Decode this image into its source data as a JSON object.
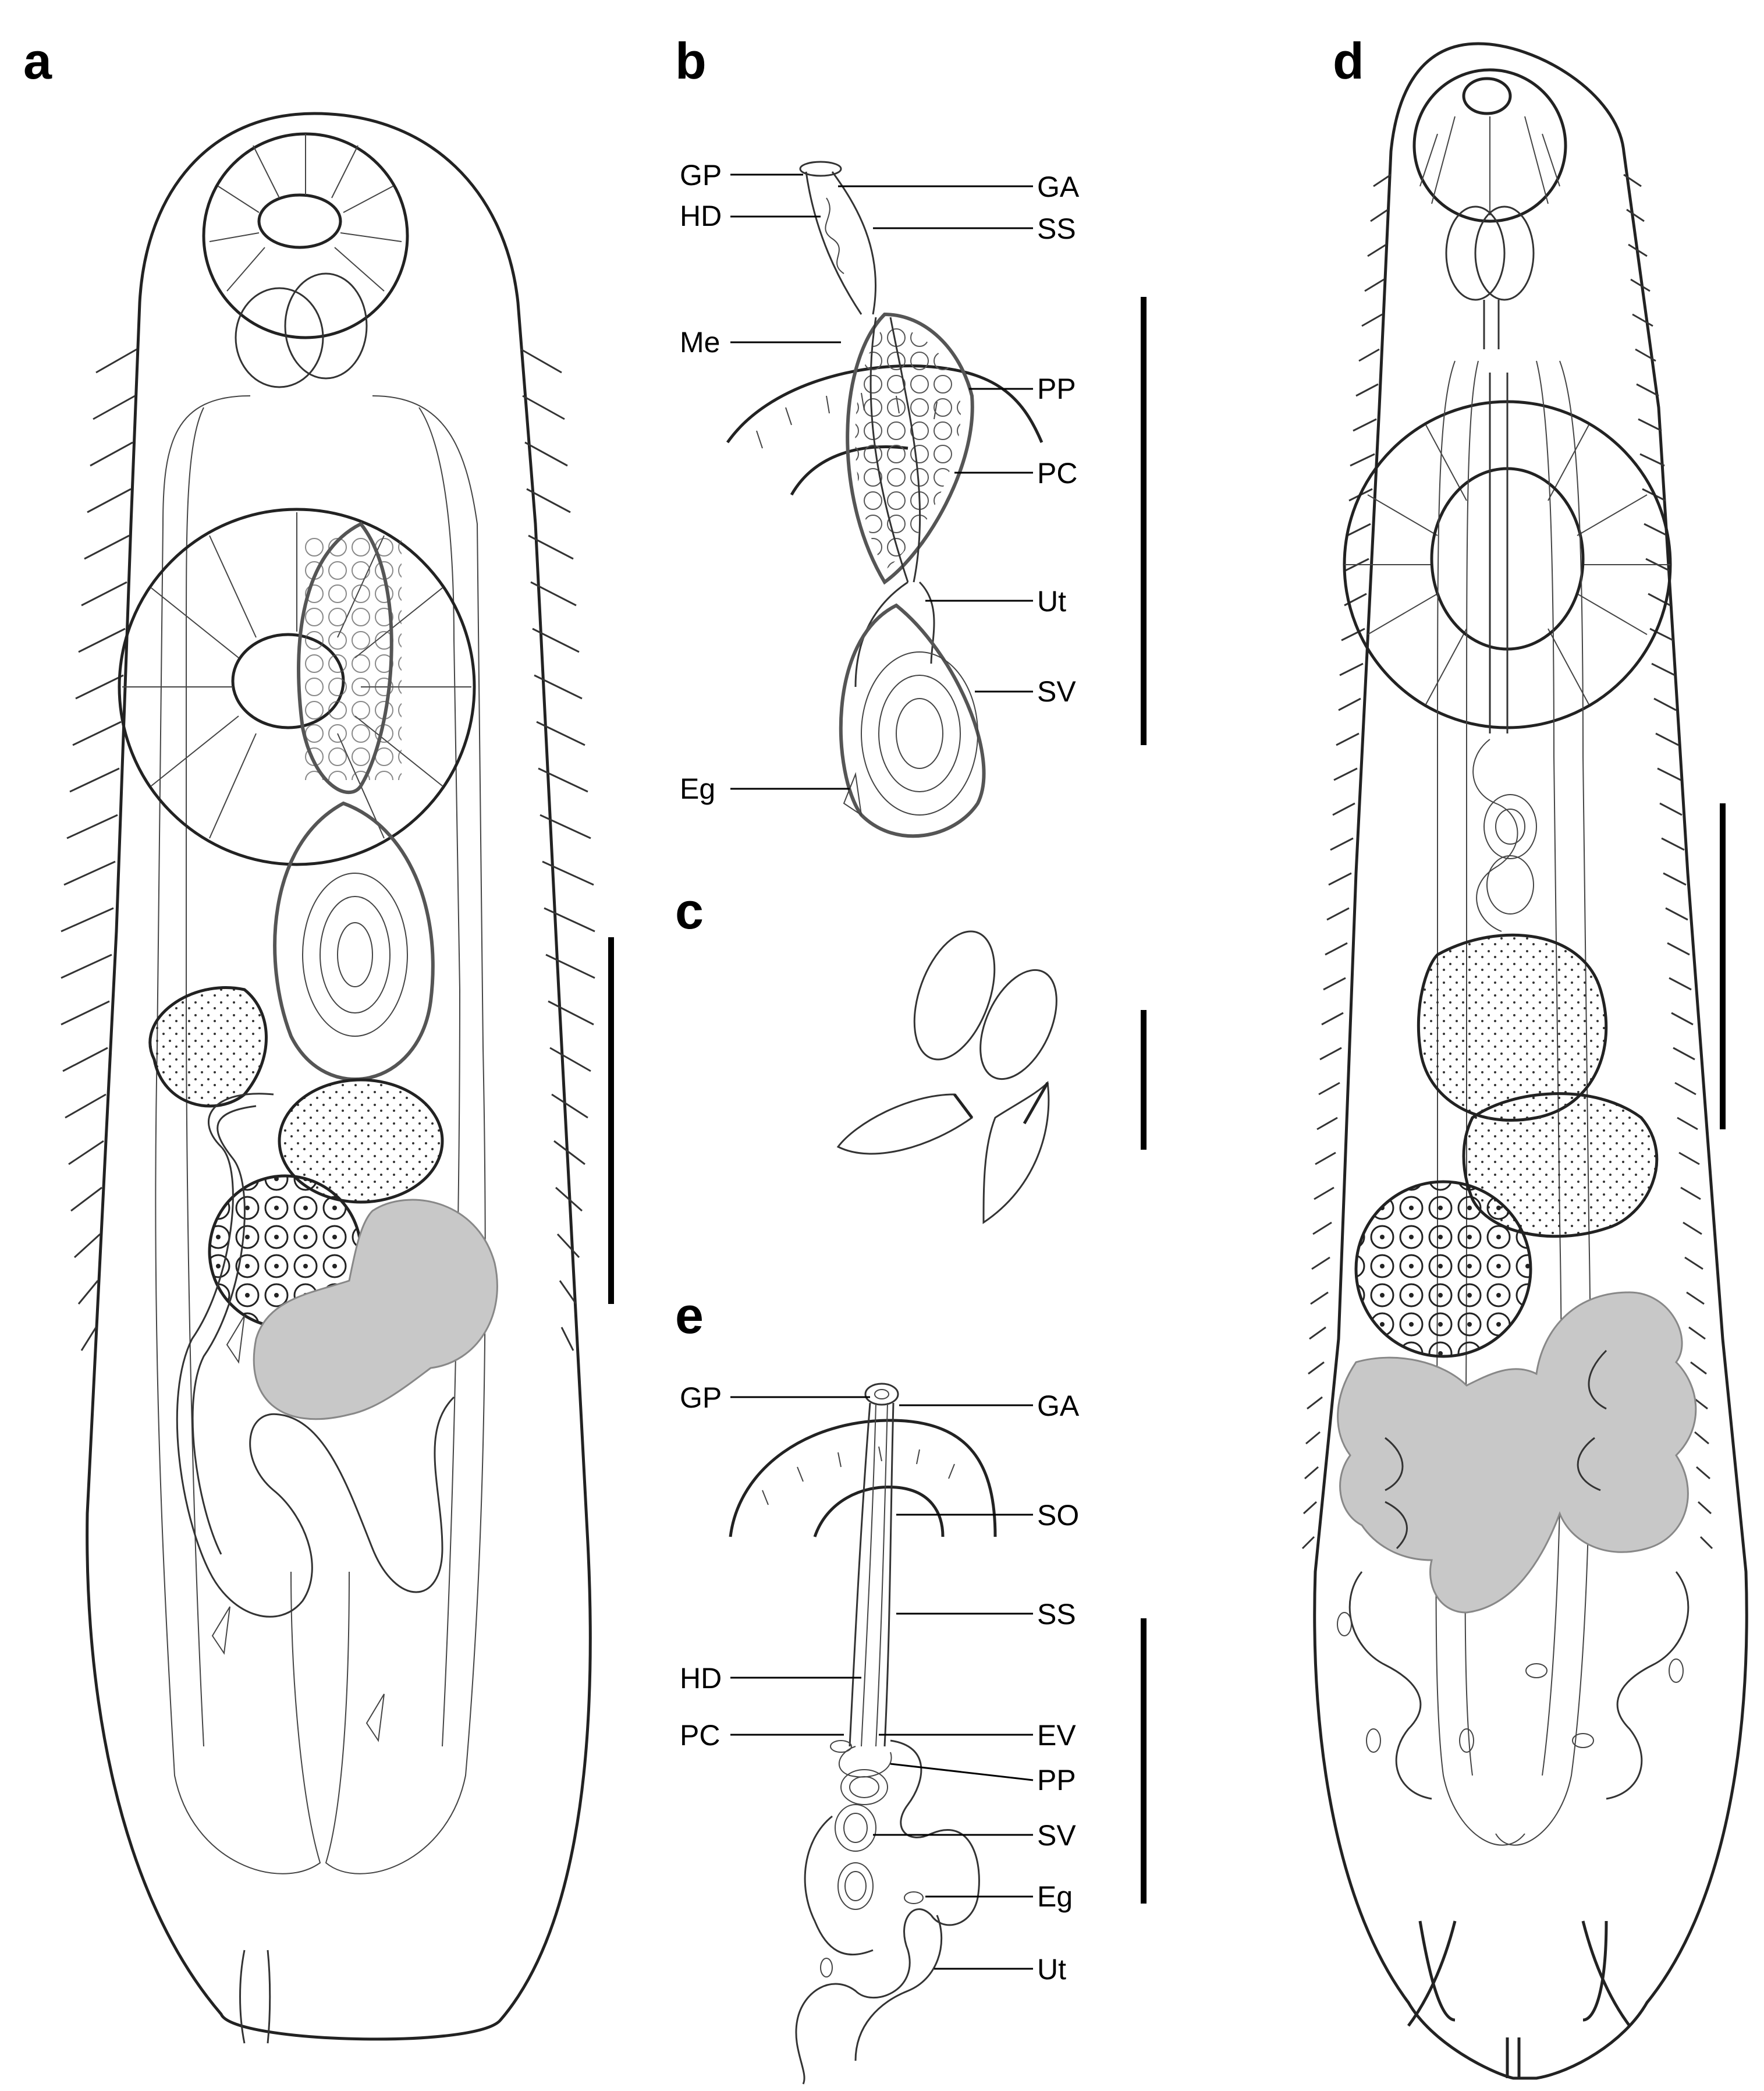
{
  "panels": [
    {
      "letter": "a"
    },
    {
      "letter": "b",
      "labels_left": [
        "GP",
        "HD",
        "Me",
        "Eg"
      ],
      "labels_right": [
        "GA",
        "SS",
        "PP",
        "PC",
        "Ut",
        "SV"
      ]
    },
    {
      "letter": "c"
    },
    {
      "letter": "d"
    },
    {
      "letter": "e",
      "labels_left": [
        "GP",
        "HD",
        "PC"
      ],
      "labels_right": [
        "GA",
        "SO",
        "SS",
        "EV",
        "PP",
        "SV",
        "Eg",
        "Ut"
      ]
    }
  ],
  "colors": {
    "line": "#000000",
    "gland_fill": "#c8c8c8",
    "background": "#ffffff"
  }
}
